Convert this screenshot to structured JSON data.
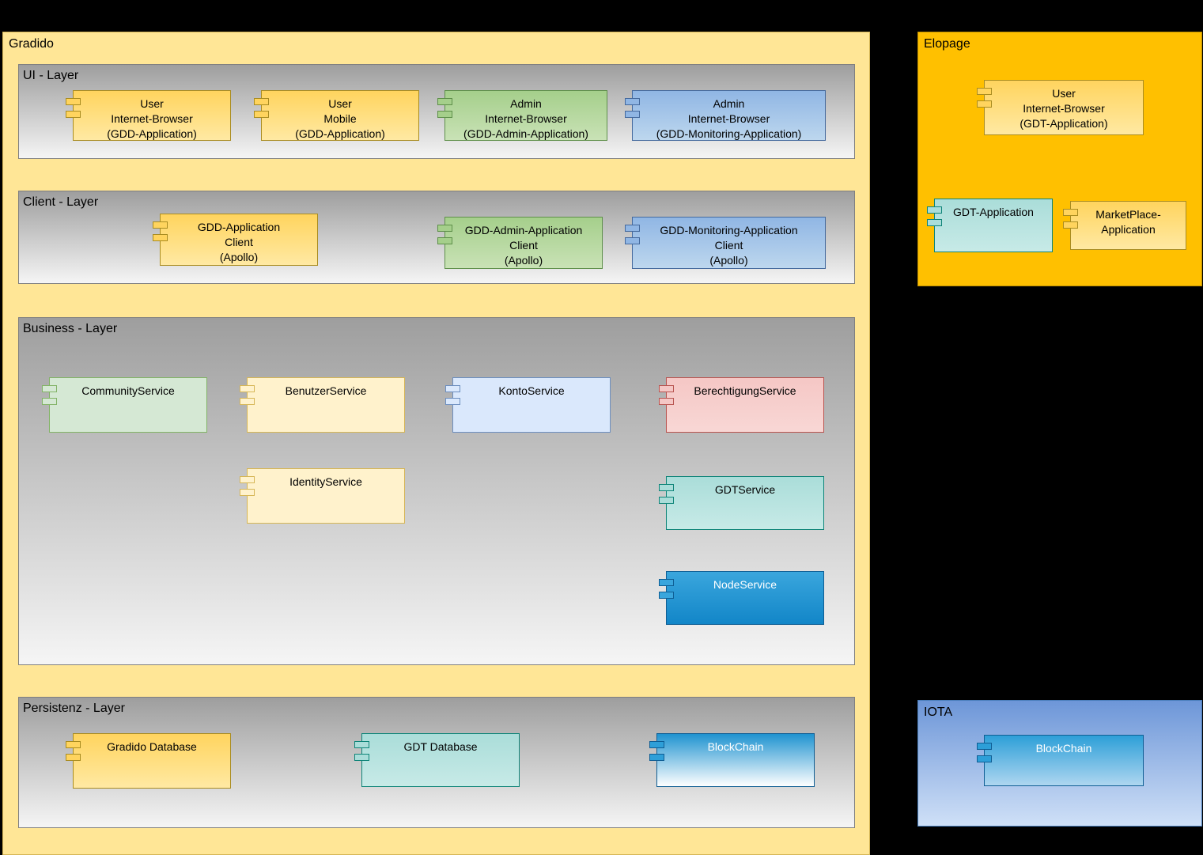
{
  "gradido": {
    "title": "Gradido",
    "ui_layer": {
      "title": "UI - Layer",
      "components": [
        {
          "label": "User\nInternet-Browser\n(GDD-Application)",
          "color": "#FFD966"
        },
        {
          "label": "User\nMobile\n(GDD-Application)",
          "color": "#FFD966"
        },
        {
          "label": "Admin\nInternet-Browser\n(GDD-Admin-Application)",
          "color": "#A9D18E"
        },
        {
          "label": "Admin\nInternet-Browser\n(GDD-Monitoring-Application)",
          "color": "#9DC3E6"
        }
      ]
    },
    "client_layer": {
      "title": "Client - Layer",
      "components": [
        {
          "label": "GDD-Application\nClient\n(Apollo)",
          "color": "#FFD966"
        },
        {
          "label": "GDD-Admin-Application\nClient\n(Apollo)",
          "color": "#A9D18E"
        },
        {
          "label": "GDD-Monitoring-Application\nClient\n(Apollo)",
          "color": "#9DC3E6"
        }
      ]
    },
    "business_layer": {
      "title": "Business - Layer",
      "components": [
        {
          "label": "CommunityService",
          "color": "#D5E8D4"
        },
        {
          "label": "BenutzerService",
          "color": "#FFF2CC"
        },
        {
          "label": "KontoService",
          "color": "#DAE8FC"
        },
        {
          "label": "BerechtigungService",
          "color": "#F8CECC"
        },
        {
          "label": "IdentityService",
          "color": "#FFF2CC"
        },
        {
          "label": "GDTService",
          "color": "#AADDD9"
        },
        {
          "label": "NodeService",
          "color": "#1E9BD7"
        }
      ]
    },
    "persistenz_layer": {
      "title": "Persistenz - Layer",
      "components": [
        {
          "label": "Gradido Database",
          "color": "#FFD966"
        },
        {
          "label": "GDT Database",
          "color": "#AADDD9"
        },
        {
          "label": "BlockChain",
          "color": "#1F93D0"
        }
      ]
    }
  },
  "elopage": {
    "title": "Elopage",
    "components": [
      {
        "label": "User\nInternet-Browser\n(GDT-Application)",
        "color": "#FFD966"
      },
      {
        "label": "GDT-Application",
        "color": "#AADDD9"
      },
      {
        "label": "MarketPlace-\nApplication",
        "color": "#FFD966"
      }
    ]
  },
  "iota": {
    "title": "IOTA",
    "components": [
      {
        "label": "BlockChain",
        "color": "#2D9FD8"
      }
    ]
  },
  "palette": {
    "background": "#000000",
    "gradido_fill": "#FFE696",
    "elopage_fill": "#FFC000",
    "iota_gradient_top": "#6D96D8",
    "iota_gradient_bottom": "#CFE0F7",
    "layer_gradient_top": "#9E9E9E",
    "layer_gradient_bottom": "#F5F5F5"
  }
}
